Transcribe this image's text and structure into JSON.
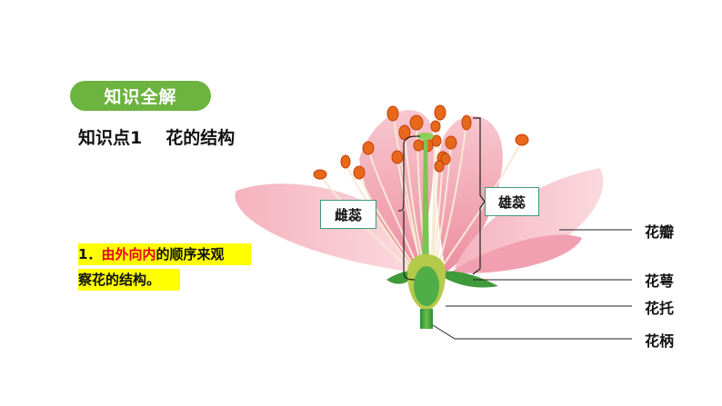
{
  "header": {
    "badge": "知识全解"
  },
  "knowledge_point": {
    "number": "知识点1",
    "title": "花的结构"
  },
  "note": {
    "line1_prefix": "1．",
    "line1_highlight": "由外向内",
    "line1_suffix": "的顺序来观",
    "line2": "察花的结构。"
  },
  "diagram": {
    "pistil_label": "雌蕊",
    "stamen_label": "雄蕊",
    "petal_label": "花瓣",
    "sepal_label": "花萼",
    "receptacle_label": "花托",
    "pedicel_label": "花柄"
  },
  "colors": {
    "badge_green": "#6db33f",
    "highlight_yellow": "#ffff00",
    "highlight_red": "#e8001c",
    "petal_pink": "#f2a4b2",
    "anther_orange": "#e8681a"
  }
}
